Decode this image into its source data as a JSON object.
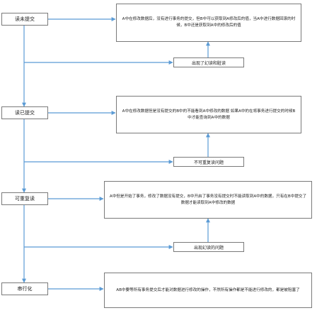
{
  "levels": {
    "read_uncommitted": "读未提交",
    "read_committed": "读已提交",
    "repeatable_read": "可重复读",
    "serializable": "串行化"
  },
  "descriptions": {
    "read_uncommitted": "A中在修改数据后，没有进行事务的提交，但B中可以获取到A修改后的值，当A中进行数据回滚的时候，B中还是获取到A中的修改后的值",
    "read_committed": "A中在修改数据但是没有提交的B中的不能看到A中修改的数据 如果A中的在将事务进行提交的时候B中才能查询到A中的数据",
    "repeatable_read": "A中但是开始了事务，修改了数据没有提交，B中开启了事务没有提交时不能读取到A中的数据，只有在B中提交了数据才能读取到A中修改的数据",
    "serializable": "AB中要等所有事务提交后才能对数据进行修改的操作，不然所有操作都是不能进行修改的，都是被阻塞了"
  },
  "problems": {
    "after_read_uncommitted": "出现了幻读和脏读",
    "after_read_committed": "不可重复读问题",
    "after_repeatable_read": "出现幻读的问题"
  },
  "colors": {
    "arrow": "#5b9bd5",
    "border": "#7a7a7a"
  }
}
